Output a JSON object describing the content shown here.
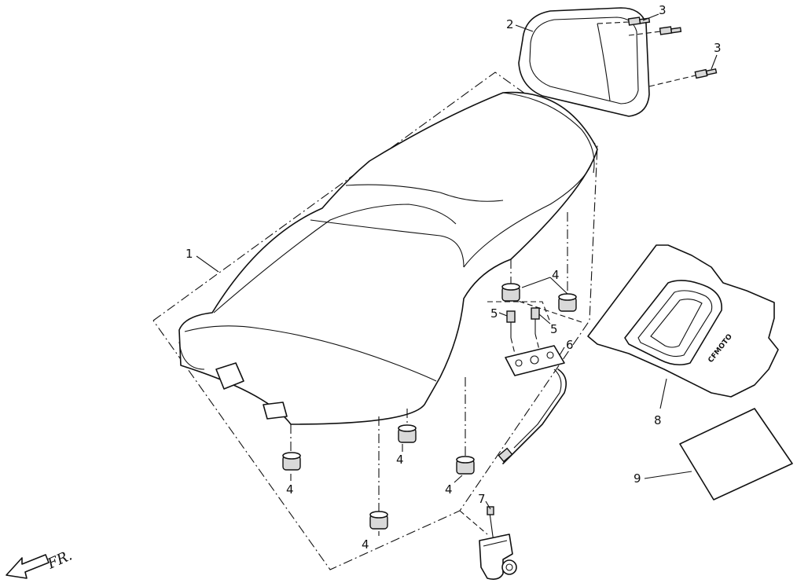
{
  "labels": {
    "seat": "1",
    "backrest": "2",
    "bolt_upper": "3",
    "bolt_lower": "3",
    "damper_front_left": "4",
    "damper_front_mid": "4",
    "damper_front_right": "4",
    "damper_rear_mid": "4",
    "damper_rear_right": "4",
    "screw_left": "5",
    "screw_right": "5",
    "bracket": "6",
    "lock_screw": "7",
    "cover": "8",
    "sheet": "9"
  },
  "direction_label": "FR.",
  "cover_stamp": "CFMOTO"
}
